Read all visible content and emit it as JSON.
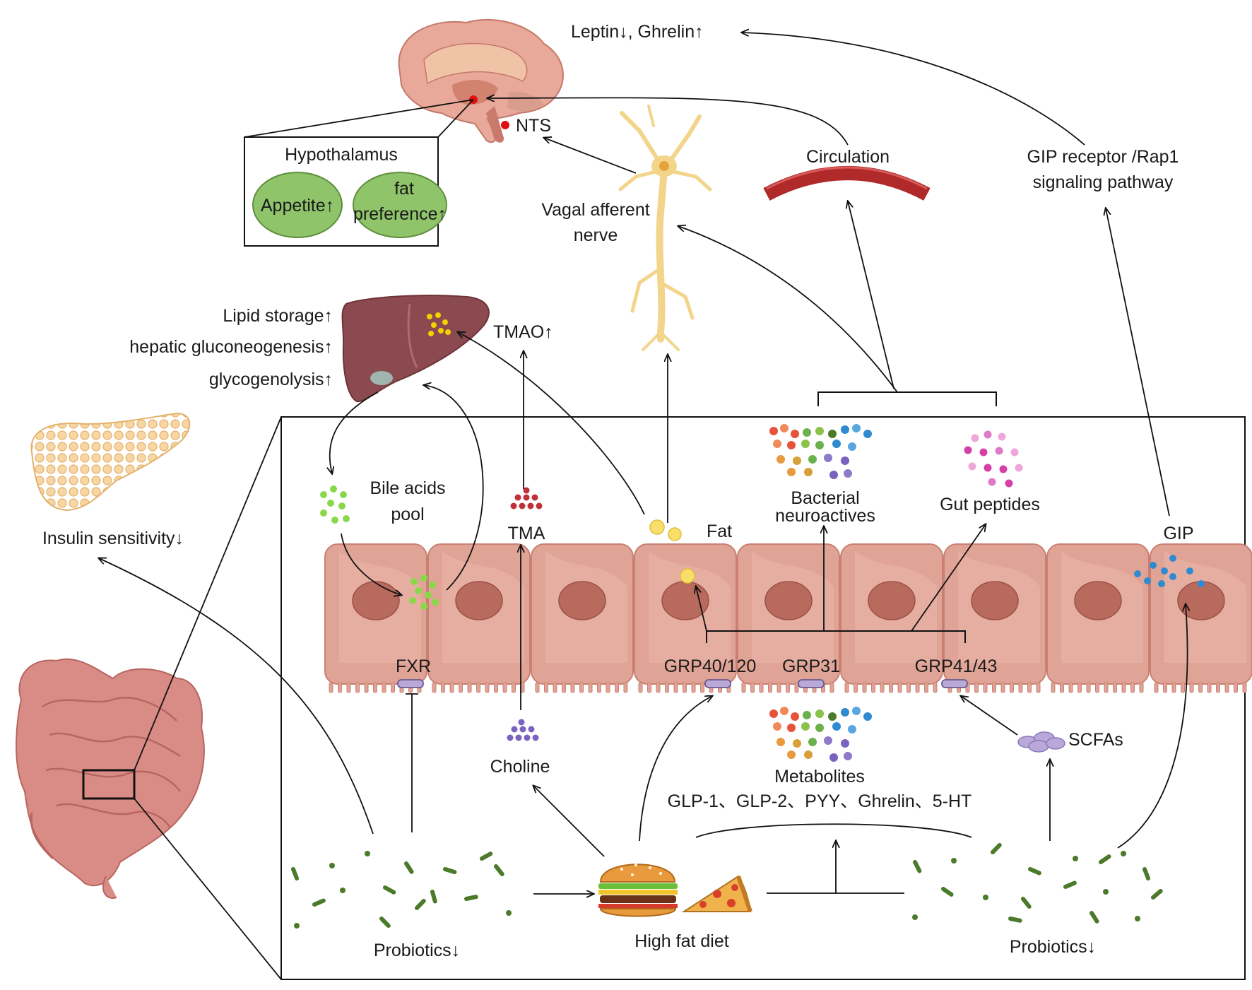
{
  "labels": {
    "leptin_ghrelin": "Leptin↓, Ghrelin↑",
    "nts": "NTS",
    "hypothalamus": "Hypothalamus",
    "appetite": "Appetite↑",
    "fat_pref_1": "fat",
    "fat_pref_2": "preference↑",
    "vagal_1": "Vagal afferent",
    "vagal_2": "nerve",
    "circulation": "Circulation",
    "gip_receptor_1": "GIP receptor /Rap1",
    "gip_receptor_2": "signaling pathway",
    "lipid_storage": "Lipid storage↑",
    "gluconeogenesis": "hepatic gluconeogenesis↑",
    "glycogenolysis": "glycogenolysis↑",
    "tmao": "TMAO↑",
    "insulin": "Insulin sensitivity↓",
    "bile_1": "Bile acids",
    "bile_2": "pool",
    "tma": "TMA",
    "fat": "Fat",
    "bacterial_1": "Bacterial",
    "bacterial_2": "neuroactives",
    "gut_peptides": "Gut peptides",
    "gip": "GIP",
    "fxr": "FXR",
    "grp40": "GRP40/120",
    "grp31": "GRP31",
    "grp41": "GRP41/43",
    "choline": "Choline",
    "metabolites": "Metabolites",
    "hormones": "GLP-1、GLP-2、PYY、Ghrelin、5-HT",
    "scfas": "SCFAs",
    "probiotics_left": "Probiotics↓",
    "high_fat_diet": "High fat diet",
    "probiotics_right": "Probiotics↓"
  },
  "colors": {
    "brain": "#e8a99a",
    "hypothalamus_oval": "#8fc46a",
    "liver": "#8a4a4f",
    "pancreas": "#f3c98f",
    "intestine": "#d98c86",
    "epithelium": "#e0a497",
    "bacteria": "#4a7a2a",
    "neuron": "#f2d48a",
    "circulation": "#b02a2a",
    "receptor": "#b9a8d8",
    "bile_acid": "#8ad84a",
    "tma": "#c0303a",
    "choline": "#7a62c0",
    "gip": "#2e8bd0",
    "gut_peptide": "#d43fa8"
  }
}
